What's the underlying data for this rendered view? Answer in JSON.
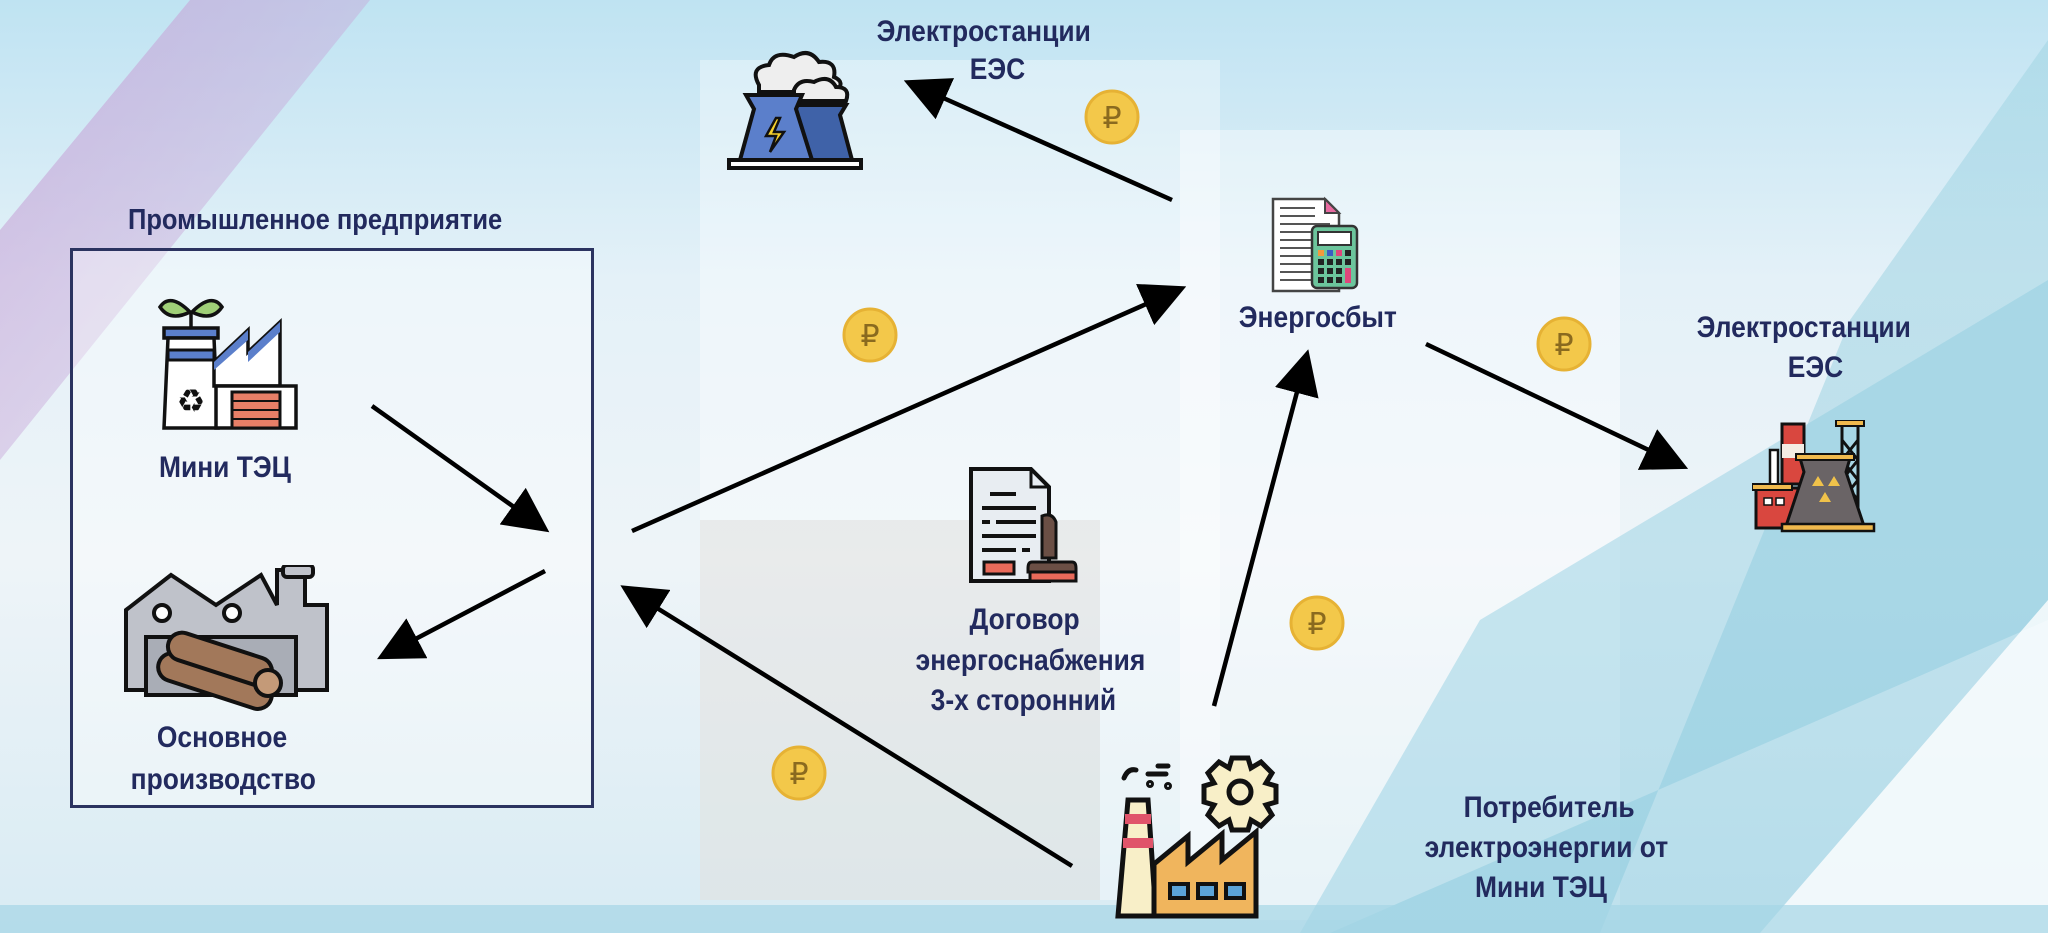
{
  "colors": {
    "label_text": "#222a5e",
    "arrow": "#000000",
    "coin_fill": "#f3c84a",
    "coin_symbol": "#8a6a1f",
    "box_border": "#2b3360"
  },
  "nodes": {
    "eec_top": {
      "label_line1": "Электростанции",
      "label_line2": "ЕЭС",
      "icon": "cooling-tower-power-plant-icon"
    },
    "enterprise": {
      "title": "Промышленное предприятие"
    },
    "mini_tec": {
      "label": "Мини ТЭЦ",
      "icon": "eco-factory-icon"
    },
    "main_production": {
      "label_line1": "Основное",
      "label_line2": "производство",
      "icon": "sawmill-factory-icon"
    },
    "energosbyt": {
      "label": "Энергосбыт",
      "icon": "document-calculator-icon"
    },
    "eec_right": {
      "label_line1": "Электростанции",
      "label_line2": "ЕЭС",
      "icon": "nuclear-power-plant-icon"
    },
    "contract": {
      "label_line1": "Договор",
      "label_line2": "энергоснабжения",
      "label_line3": "3-х сторонний",
      "icon": "contract-stamp-icon"
    },
    "consumer": {
      "label_line1": "Потребитель",
      "label_line2": "электроэнергии от",
      "label_line3": "Мини ТЭЦ",
      "icon": "factory-gear-icon"
    }
  },
  "coins": [
    {
      "symbol": "₽"
    },
    {
      "symbol": "₽"
    },
    {
      "symbol": "₽"
    },
    {
      "symbol": "₽"
    },
    {
      "symbol": "₽"
    }
  ],
  "flows": [
    {
      "from": "mini_tec",
      "to": "enterprise-hub"
    },
    {
      "from": "enterprise-hub",
      "to": "main_production"
    },
    {
      "from": "enterprise-hub",
      "to": "energosbyt"
    },
    {
      "from": "energosbyt",
      "to": "eec_top"
    },
    {
      "from": "energosbyt",
      "to": "eec_right"
    },
    {
      "from": "consumer",
      "to": "energosbyt"
    },
    {
      "from": "consumer",
      "to": "enterprise-hub"
    }
  ]
}
